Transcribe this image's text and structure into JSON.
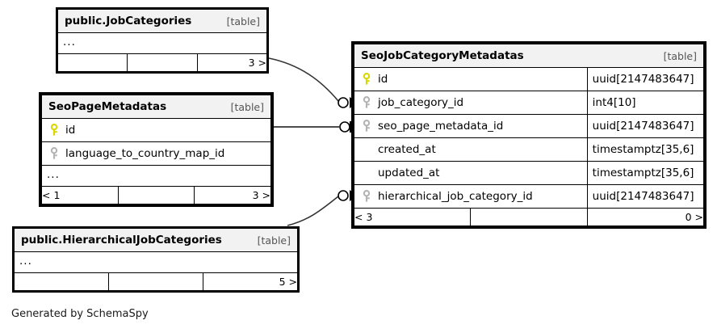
{
  "caption": "Generated by SchemaSpy",
  "table_tag": "[table]",
  "ellipsis": "...",
  "icons": {
    "primary_key": "key-icon-primary",
    "foreign_key": "key-icon-foreign"
  },
  "colors": {
    "primary_key": "#e8e800",
    "foreign_key": "#b0b0b0",
    "header_bg": "#f2f2f2",
    "border": "#000000",
    "edge": "#333333"
  },
  "tables": {
    "job_categories": {
      "name": "public.JobCategories",
      "tag": "[table]",
      "ellipsis": "...",
      "footer": {
        "left": "",
        "middle": "",
        "right": "3 >"
      }
    },
    "seo_page_metadatas": {
      "name": "SeoPageMetadatas",
      "tag": "[table]",
      "ellipsis": "...",
      "columns": [
        {
          "key": "primary",
          "name": "id"
        },
        {
          "key": "foreign",
          "name": "language_to_country_map_id"
        }
      ],
      "footer": {
        "left": "< 1",
        "middle": "",
        "right": "3 >"
      }
    },
    "hierarchical_job_categories": {
      "name": "public.HierarchicalJobCategories",
      "tag": "[table]",
      "ellipsis": "...",
      "footer": {
        "left": "",
        "middle": "",
        "right": "5 >"
      }
    },
    "seo_job_category_metadatas": {
      "name": "SeoJobCategoryMetadatas",
      "tag": "[table]",
      "columns": [
        {
          "key": "primary",
          "name": "id",
          "type": "uuid[2147483647]"
        },
        {
          "key": "foreign",
          "name": "job_category_id",
          "type": "int4[10]"
        },
        {
          "key": "foreign",
          "name": "seo_page_metadata_id",
          "type": "uuid[2147483647]"
        },
        {
          "key": "none",
          "name": "created_at",
          "type": "timestamptz[35,6]"
        },
        {
          "key": "none",
          "name": "updated_at",
          "type": "timestamptz[35,6]"
        },
        {
          "key": "foreign",
          "name": "hierarchical_job_category_id",
          "type": "uuid[2147483647]"
        }
      ],
      "footer": {
        "left": "< 3",
        "middle": "",
        "right": "0 >"
      }
    }
  },
  "relationships": [
    {
      "from": "job_categories",
      "to": "seo_job_category_metadatas.job_category_id",
      "endpoint": "crow-circle"
    },
    {
      "from": "seo_page_metadatas.id",
      "to": "seo_job_category_metadatas.seo_page_metadata_id",
      "endpoint": "circle"
    },
    {
      "from": "hierarchical_job_categories",
      "to": "seo_job_category_metadatas.hierarchical_job_category_id",
      "endpoint": "crow-circle"
    }
  ]
}
